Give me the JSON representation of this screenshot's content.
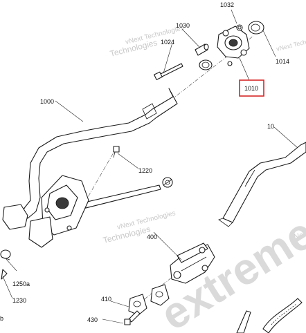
{
  "callouts": {
    "c1032": "1032",
    "c1024": "1024",
    "c1030": "1030",
    "c1014": "1014",
    "c1010": "1010",
    "c1000": "1000",
    "c10": "10",
    "c1220": "1220",
    "c400": "400",
    "c1250a": "1250a",
    "c1230": "1230",
    "c410": "410",
    "c430": "430",
    "cb": "b"
  },
  "watermarks": {
    "vnext_top": "vNext Technologies",
    "vnext_mid": "vNext Technologies",
    "vnext_right": "vNext Technologies",
    "brand": "extreme"
  },
  "colors": {
    "highlight": "#d62626",
    "line": "#1a1a1a",
    "watermark": "#c9c9c9"
  }
}
